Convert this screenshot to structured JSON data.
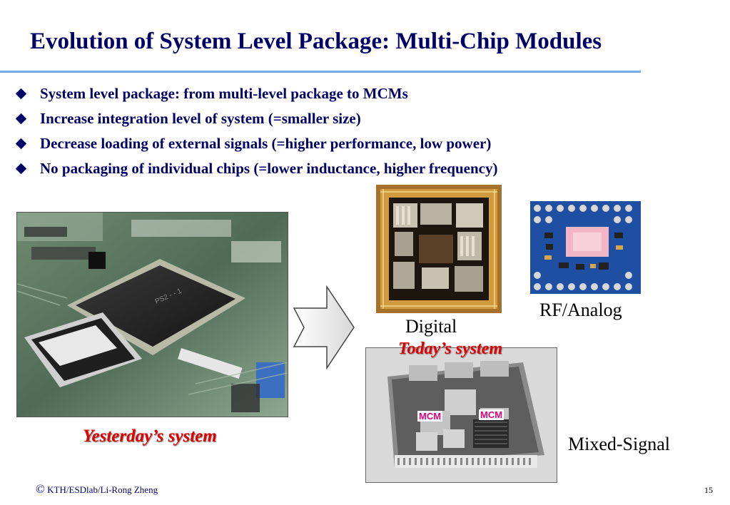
{
  "slide": {
    "title": "Evolution of System Level Package: Multi-Chip Modules",
    "bullets": [
      "System level package: from multi-level package to MCMs",
      "Increase integration level of system (=smaller size)",
      "Decrease loading of external signals (=higher performance, low power)",
      "No packaging of individual chips (=lower inductance, higher frequency)"
    ],
    "captions": {
      "yesterday": "Yesterday’s system",
      "today": "Today’s system",
      "digital": "Digital",
      "rf_analog": "RF/Analog",
      "mixed_signal": "Mixed-Signal"
    },
    "mcm_labels": [
      "MCM",
      "MCM"
    ],
    "footer": {
      "copyright_symbol": "©",
      "credit": "KTH/ESDlab/Li-Rong Zheng",
      "page_number": "15"
    }
  },
  "colors": {
    "title": "#000066",
    "rule": "#7aa7e8",
    "caption_red": "#e00000",
    "mcm_label": "#e0007a"
  },
  "icons": {
    "bullet": "diamond-bullet-icon",
    "arrow": "right-arrow-icon"
  }
}
